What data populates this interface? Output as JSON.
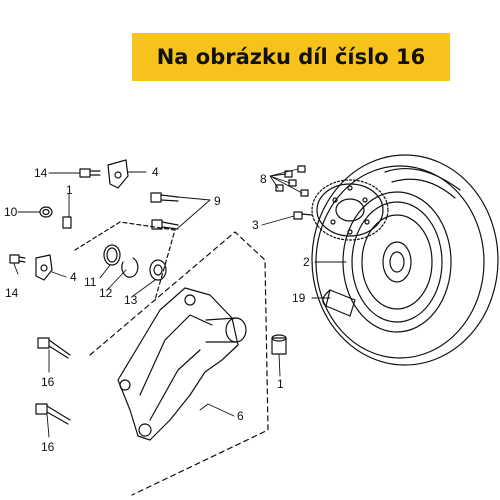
{
  "banner": {
    "text": "Na obrázku díl číslo 16",
    "color": "#f7c21b"
  },
  "parts": {
    "p1a": "1",
    "p1b": "1",
    "p2": "2",
    "p3": "3",
    "p4a": "4",
    "p4b": "4",
    "p6": "6",
    "p8": "8",
    "p9": "9",
    "p10": "10",
    "p11": "11",
    "p12": "12",
    "p13": "13",
    "p14a": "14",
    "p14b": "14",
    "p16a": "16",
    "p16b": "16",
    "p19": "19"
  }
}
